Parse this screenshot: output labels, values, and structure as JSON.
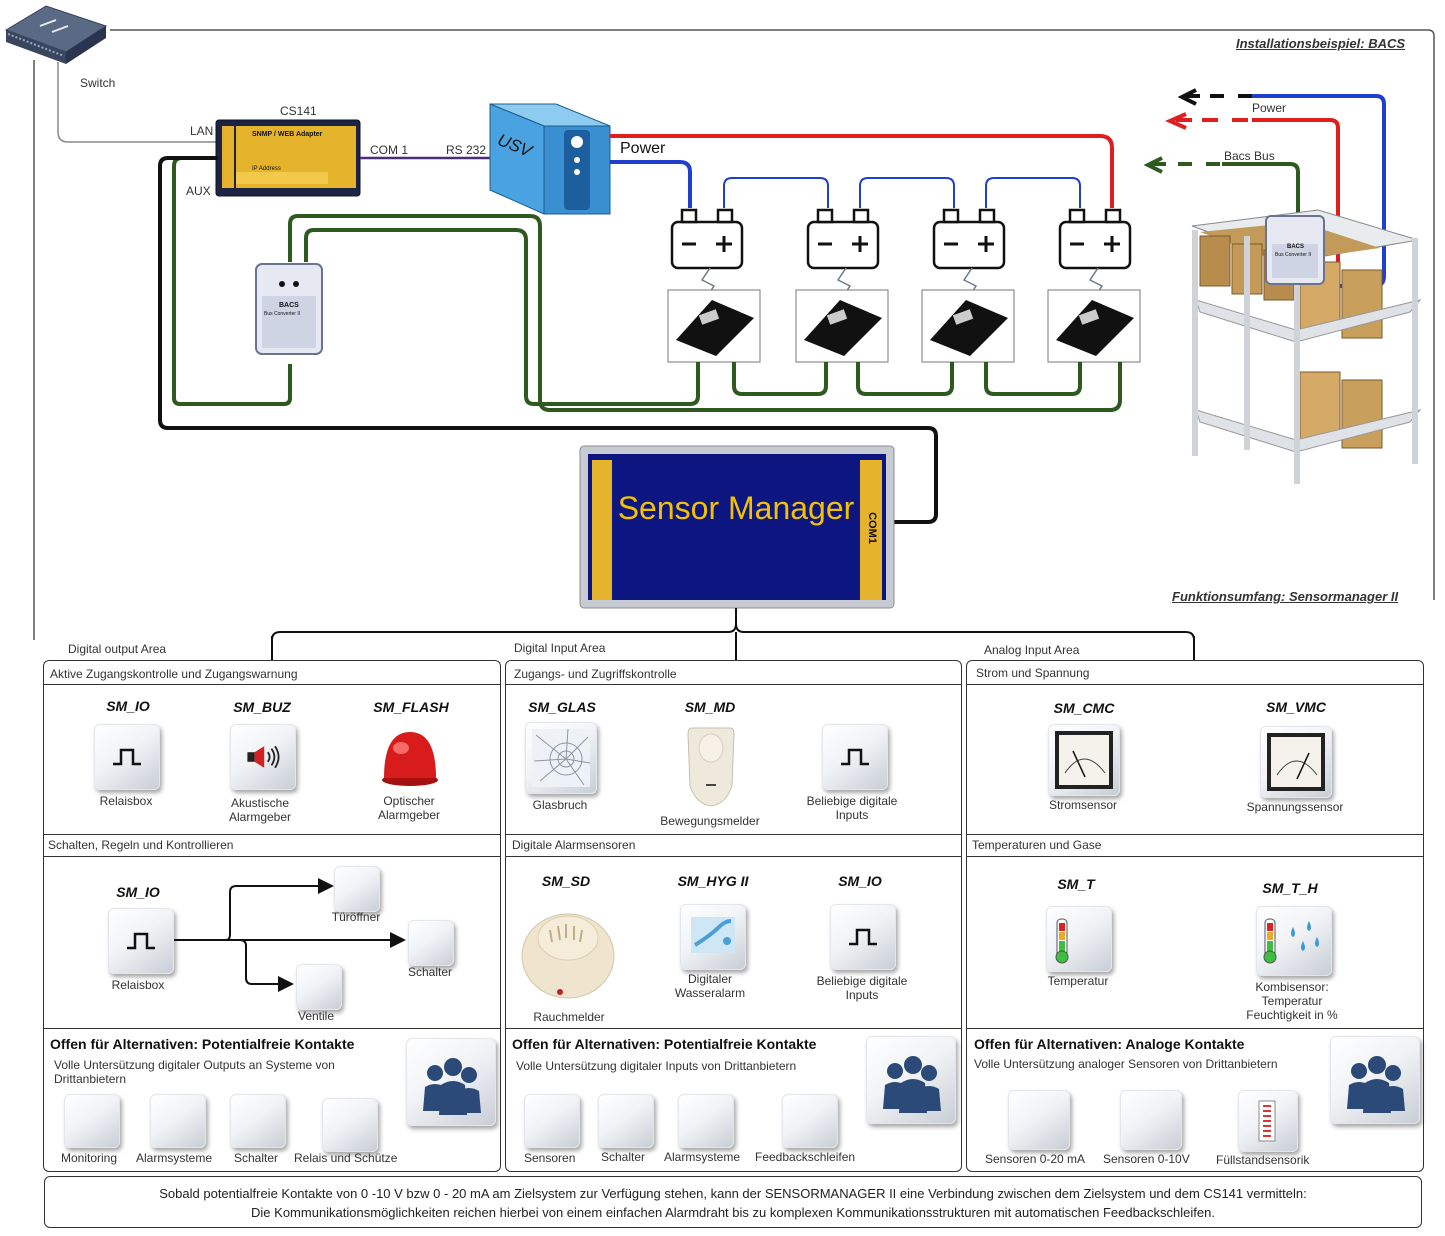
{
  "header": {
    "install_title": "Installationsbeispiel: BACS",
    "function_title": "Funktionsumfang: Sensormanager II"
  },
  "topology": {
    "switch_label": "Switch",
    "cs141_label": "CS141",
    "lan_label": "LAN",
    "aux_label": "AUX",
    "com1_label": "COM 1",
    "rs232_label": "RS 232",
    "power_label": "Power",
    "usv_label": "USV",
    "adapter_title": "SNMP / WEB Adapter",
    "adapter_ip": "IP Address",
    "bacs_title": "BACS",
    "bacs_sub": "Bus Converter II",
    "legend_power": "Power",
    "legend_bus": "Bacs Bus",
    "sensor_manager": "Sensor Manager",
    "sm_com1": "COM1"
  },
  "areas": {
    "digital_output": "Digital output Area",
    "digital_input": "Digital Input Area",
    "analog_input": "Analog Input Area"
  },
  "col1": {
    "sec1_title": "Aktive Zugangskontrolle und Zugangswarnung",
    "sec1_items": [
      {
        "code": "SM_IO",
        "caption": "Relaisbox"
      },
      {
        "code": "SM_BUZ",
        "caption": "Akustische\nAlarmgeber"
      },
      {
        "code": "SM_FLASH",
        "caption": "Optischer\nAlarmgeber"
      }
    ],
    "sec2_title": "Schalten, Regeln  und Kontrollieren",
    "sec2_code": "SM_IO",
    "sec2_relais": "Relaisbox",
    "sec2_targets": [
      "Türöffner",
      "Schalter",
      "Ventile"
    ],
    "sec3_title": "Offen für Alternativen: Potentialfreie Kontakte",
    "sec3_desc": "Volle Untersützung digitaler Outputs an Systeme von Drittanbietern",
    "sec3_items": [
      "Monitoring",
      "Alarmsysteme",
      "Schalter",
      "Relais und Schütze"
    ]
  },
  "col2": {
    "sec1_title": "Zugangs- und Zugriffskontrolle",
    "sec1_items": [
      {
        "code": "SM_GLAS",
        "caption": "Glasbruch"
      },
      {
        "code": "SM_MD",
        "caption": "Bewegungsmelder"
      },
      {
        "code": "",
        "caption": "Beliebige digitale\nInputs"
      }
    ],
    "sec2_title": "Digitale Alarmsensoren",
    "sec2_items": [
      {
        "code": "SM_SD",
        "caption": "Rauchmelder"
      },
      {
        "code": "SM_HYG II",
        "caption": "Digitaler\nWasseralarm"
      },
      {
        "code": "SM_IO",
        "caption": "Beliebige digitale\nInputs"
      }
    ],
    "sec3_title": "Offen für Alternativen: Potentialfreie Kontakte",
    "sec3_desc": "Volle Untersützung digitaler Inputs von Drittanbietern",
    "sec3_items": [
      "Sensoren",
      "Schalter",
      "Alarmsysteme",
      "Feedbackschleifen"
    ]
  },
  "col3": {
    "sec1_title": "Strom und Spannung",
    "sec1_items": [
      {
        "code": "SM_CMC",
        "caption": "Stromsensor"
      },
      {
        "code": "SM_VMC",
        "caption": "Spannungssensor"
      }
    ],
    "sec2_title": "Temperaturen und Gase",
    "sec2_items": [
      {
        "code": "SM_T",
        "caption": "Temperatur"
      },
      {
        "code": "SM_T_H",
        "caption": "Kombisensor:\nTemperatur\nFeuchtigkeit in %"
      }
    ],
    "sec3_title": "Offen für Alternativen: Analoge Kontakte",
    "sec3_desc": "Volle Untersützung analoger Sensoren von Drittanbietern",
    "sec3_items": [
      "Sensoren 0-20 mA",
      "Sensoren 0-10V",
      "Füllstandsensorik"
    ]
  },
  "footer": {
    "line1": "Sobald potentialfreie Kontakte von 0 -10 V bzw 0 - 20 mA am Zielsystem zur Verfügung stehen, kann der SENSORMANAGER II eine Verbindung zwischen dem Zielsystem und dem CS141 vermitteln:",
    "line2": "Die Kommunikationsmöglichkeiten reichen hierbei von einem einfachen Alarmdraht bis zu komplexen Kommunikationsstrukturen mit automatischen Feedbackschleifen."
  },
  "colors": {
    "power_red": "#dd1f1f",
    "power_blue": "#1f3fcf",
    "bus_green": "#2f5a1f",
    "usv_blue": "#4aa3e0",
    "sm_panel": "#0d1680",
    "sm_text": "#f2c200"
  }
}
